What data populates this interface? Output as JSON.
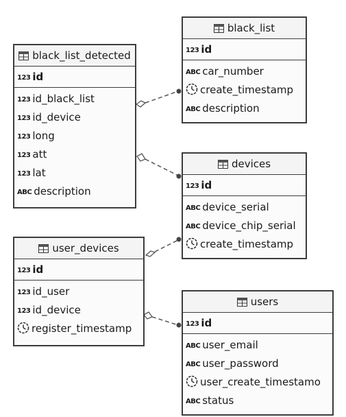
{
  "tables": {
    "black_list_detected": {
      "name": "black_list_detected",
      "pk": {
        "type": "123",
        "name": "id"
      },
      "columns": [
        {
          "type": "123",
          "icon": "number-type-icon",
          "name": "id_black_list"
        },
        {
          "type": "123",
          "icon": "number-type-icon",
          "name": "id_device"
        },
        {
          "type": "123",
          "icon": "number-type-icon",
          "name": "long"
        },
        {
          "type": "123",
          "icon": "number-type-icon",
          "name": "att"
        },
        {
          "type": "123",
          "icon": "number-type-icon",
          "name": "lat"
        },
        {
          "type": "ABC",
          "icon": "text-type-icon",
          "name": "description"
        }
      ]
    },
    "black_list": {
      "name": "black_list",
      "pk": {
        "type": "123",
        "name": "id"
      },
      "columns": [
        {
          "type": "ABC",
          "icon": "text-type-icon",
          "name": "car_number"
        },
        {
          "type": "clock",
          "icon": "timestamp-clock-icon",
          "name": "create_timestamp"
        },
        {
          "type": "ABC",
          "icon": "text-type-icon",
          "name": "description"
        }
      ]
    },
    "devices": {
      "name": "devices",
      "pk": {
        "type": "123",
        "name": "id"
      },
      "columns": [
        {
          "type": "ABC",
          "icon": "text-type-icon",
          "name": "device_serial"
        },
        {
          "type": "ABC",
          "icon": "text-type-icon",
          "name": "device_chip_serial"
        },
        {
          "type": "clock",
          "icon": "timestamp-clock-icon",
          "name": "create_timestamp"
        }
      ]
    },
    "user_devices": {
      "name": "user_devices",
      "pk": {
        "type": "123",
        "name": "id"
      },
      "columns": [
        {
          "type": "123",
          "icon": "number-type-icon",
          "name": "id_user"
        },
        {
          "type": "123",
          "icon": "number-type-icon",
          "name": "id_device"
        },
        {
          "type": "clock",
          "icon": "timestamp-clock-icon",
          "name": "register_timestamp"
        }
      ]
    },
    "users": {
      "name": "users",
      "pk": {
        "type": "123",
        "name": "id"
      },
      "columns": [
        {
          "type": "ABC",
          "icon": "text-type-icon",
          "name": "user_email"
        },
        {
          "type": "ABC",
          "icon": "text-type-icon",
          "name": "user_password"
        },
        {
          "type": "clock",
          "icon": "timestamp-clock-icon",
          "name": "user_create_timestamo"
        },
        {
          "type": "ABC",
          "icon": "text-type-icon",
          "name": "status"
        }
      ]
    }
  },
  "relationships": [
    {
      "from": "black_list_detected",
      "to": "black_list"
    },
    {
      "from": "black_list_detected",
      "to": "devices"
    },
    {
      "from": "user_devices",
      "to": "devices"
    },
    {
      "from": "user_devices",
      "to": "users"
    }
  ],
  "colors": {
    "border": "#3c3c3c",
    "link": "#555555"
  }
}
